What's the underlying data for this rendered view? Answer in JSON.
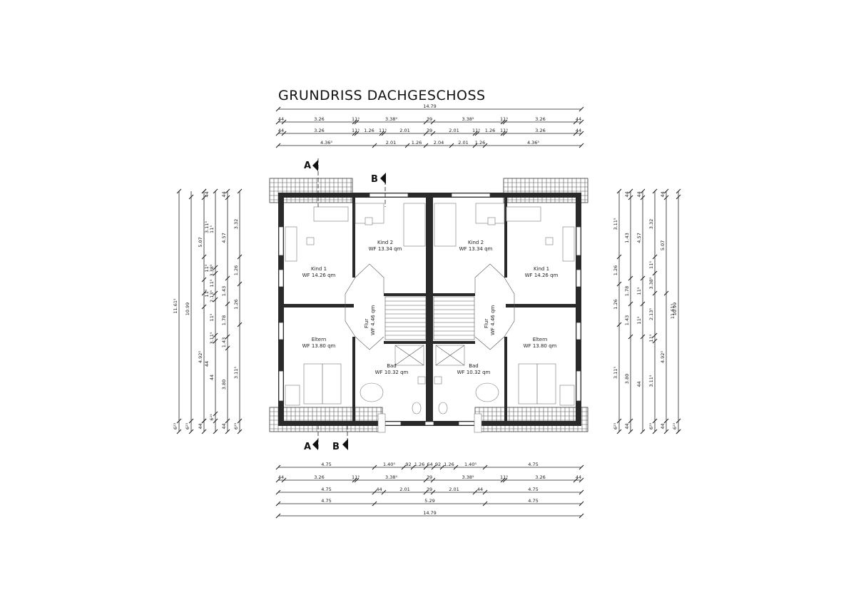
{
  "title": "GRUNDRISS DACHGESCHOSS",
  "section_markers": [
    "A",
    "B"
  ],
  "rooms": [
    {
      "name": "Kind 2",
      "area": "WF  13.34  qm"
    },
    {
      "name": "Kind 2",
      "area": "WF  13.34  qm"
    },
    {
      "name": "Kind  1",
      "area": "WF  14.26  qm"
    },
    {
      "name": "Kind  1",
      "area": "WF  14.26  qm"
    },
    {
      "name": "Eltern",
      "area": "WF  13.80  qm"
    },
    {
      "name": "Eltern",
      "area": "WF  13.80  qm"
    },
    {
      "name": "Bad",
      "area": "WF  10.32  qm"
    },
    {
      "name": "Bad",
      "area": "WF  10.32  qm"
    },
    {
      "name": "Flur",
      "area": "WF  4.46  qm"
    },
    {
      "name": "Flur",
      "area": "WF  4.46  qm"
    }
  ],
  "top_dims": {
    "row1": [
      "14.79"
    ],
    "row2": [
      "44",
      "3.26",
      "11⁵",
      "3.38⁵",
      "39",
      "3.38⁵",
      "11⁵",
      "3.26",
      "44"
    ],
    "row3": [
      "44",
      "3.26",
      "11⁵",
      "1.26",
      "11⁵",
      "2.01",
      "39",
      "2.01",
      "11⁵",
      "1.26",
      "11⁵",
      "3.26",
      "44"
    ],
    "row4": [
      "4.36⁵",
      "2.01",
      "1.26",
      "2.04",
      "2.01",
      "1.26",
      "4.36⁵"
    ]
  },
  "bottom_dims": {
    "row1": [
      "4.75",
      "1.40⁵",
      "92",
      "1.26",
      "64",
      "92",
      "1.26",
      "1.40⁵",
      "4.75"
    ],
    "row2": [
      "44",
      "3.26",
      "11⁵",
      "3.38⁵",
      "39",
      "3.38⁵",
      "11⁵",
      "3.26",
      "44"
    ],
    "row3": [
      "4.75",
      "44",
      "2.01",
      "39",
      "2.01",
      "44",
      "4.75"
    ],
    "row4": [
      "4.75",
      "5.29",
      "4.75"
    ],
    "row5": [
      "14.79"
    ]
  },
  "left_dims": {
    "col1": [
      "11.61⁵",
      "6²⁵"
    ],
    "col2": [
      "10.99",
      "6²⁵"
    ],
    "col3": [
      "5.07",
      "4.92⁵",
      "44"
    ],
    "col4": [
      "11⁵",
      "3.38⁵",
      "11⁵",
      "2.13⁵",
      "11⁵",
      "3.11⁵",
      "44",
      "6²⁵"
    ],
    "col5": [
      "44",
      "4.57",
      "1.43",
      "1.78",
      "1.43",
      "3.80",
      "44"
    ],
    "col6": [
      "3.32",
      "1.26",
      "1.26",
      "3.11⁵",
      "6²⁵"
    ],
    "col7": [
      "44",
      "3.11⁵",
      "11⁵",
      "11⁵",
      "44"
    ]
  },
  "right_dims": {
    "col1": [
      "3.11⁵",
      "1.26",
      "1.26",
      "3.11⁵",
      "6²⁵"
    ],
    "col2": [
      "44",
      "1.43",
      "1.78",
      "1.43",
      "3.80",
      "44"
    ],
    "col3": [
      "44",
      "4.57",
      "11⁵",
      "11⁵",
      "44"
    ],
    "col4": [
      "3.32",
      "11⁵",
      "3.38⁵",
      "2.13⁵",
      "11⁵",
      "3.11⁵",
      "6²⁵"
    ],
    "col5": [
      "44",
      "5.07",
      "4.92⁵",
      "44"
    ],
    "col6": [
      "10.99",
      "6²⁵"
    ],
    "col7": [
      "11.61⁵"
    ]
  }
}
